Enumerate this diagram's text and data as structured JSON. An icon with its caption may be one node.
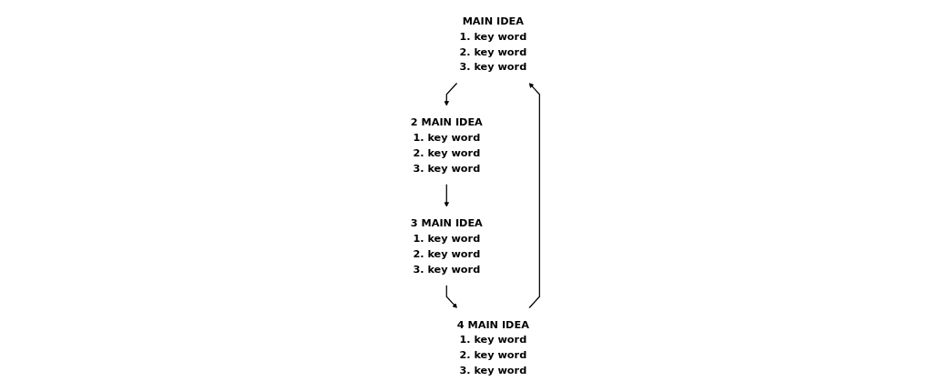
{
  "diagram": {
    "nodes": [
      {
        "text": [
          "MAIN IDEA",
          "1. key word",
          "2. key word",
          "3. key word"
        ]
      },
      {
        "text": [
          "2 MAIN IDEA",
          "1. key word",
          "2. key word",
          "3. key word"
        ]
      },
      {
        "text": [
          "3 MAIN IDEA",
          "1. key word",
          "2. key word",
          "3. key word"
        ]
      },
      {
        "text": [
          "4 MAIN IDEA",
          "1. key word",
          "2. key word",
          "3. key word"
        ]
      }
    ],
    "edges": [
      {
        "from": 3,
        "to": 0,
        "arrow": "to"
      },
      {
        "from": 0,
        "to": 1,
        "arrow": "to"
      },
      {
        "from": 1,
        "to": 2,
        "arrow": "to"
      },
      {
        "from": 2,
        "to": 3,
        "arrow": "to"
      }
    ]
  }
}
